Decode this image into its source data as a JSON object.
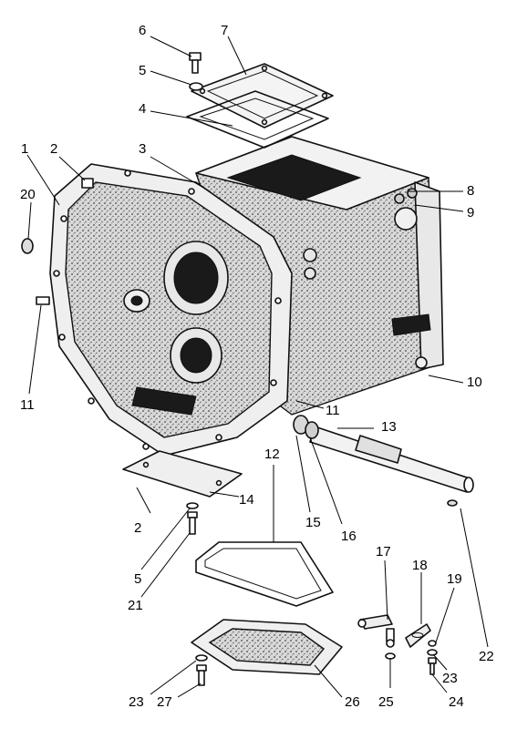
{
  "callouts": [
    {
      "id": "c6",
      "text": "6"
    },
    {
      "id": "c7",
      "text": "7"
    },
    {
      "id": "c5a",
      "text": "5"
    },
    {
      "id": "c4",
      "text": "4"
    },
    {
      "id": "c1",
      "text": "1"
    },
    {
      "id": "c2a",
      "text": "2"
    },
    {
      "id": "c3",
      "text": "3"
    },
    {
      "id": "c20",
      "text": "20"
    },
    {
      "id": "c8",
      "text": "8"
    },
    {
      "id": "c9",
      "text": "9"
    },
    {
      "id": "c11a",
      "text": "11"
    },
    {
      "id": "c10",
      "text": "10"
    },
    {
      "id": "c11b",
      "text": "11"
    },
    {
      "id": "c13",
      "text": "13"
    },
    {
      "id": "c12",
      "text": "12"
    },
    {
      "id": "c14",
      "text": "14"
    },
    {
      "id": "c2b",
      "text": "2"
    },
    {
      "id": "c15",
      "text": "15"
    },
    {
      "id": "c16",
      "text": "16"
    },
    {
      "id": "c5b",
      "text": "5"
    },
    {
      "id": "c21",
      "text": "21"
    },
    {
      "id": "c17",
      "text": "17"
    },
    {
      "id": "c18",
      "text": "18"
    },
    {
      "id": "c19",
      "text": "19"
    },
    {
      "id": "c22",
      "text": "22"
    },
    {
      "id": "c23a",
      "text": "23"
    },
    {
      "id": "c23b",
      "text": "23"
    },
    {
      "id": "c27",
      "text": "27"
    },
    {
      "id": "c26",
      "text": "26"
    },
    {
      "id": "c25",
      "text": "25"
    },
    {
      "id": "c24",
      "text": "24"
    }
  ]
}
